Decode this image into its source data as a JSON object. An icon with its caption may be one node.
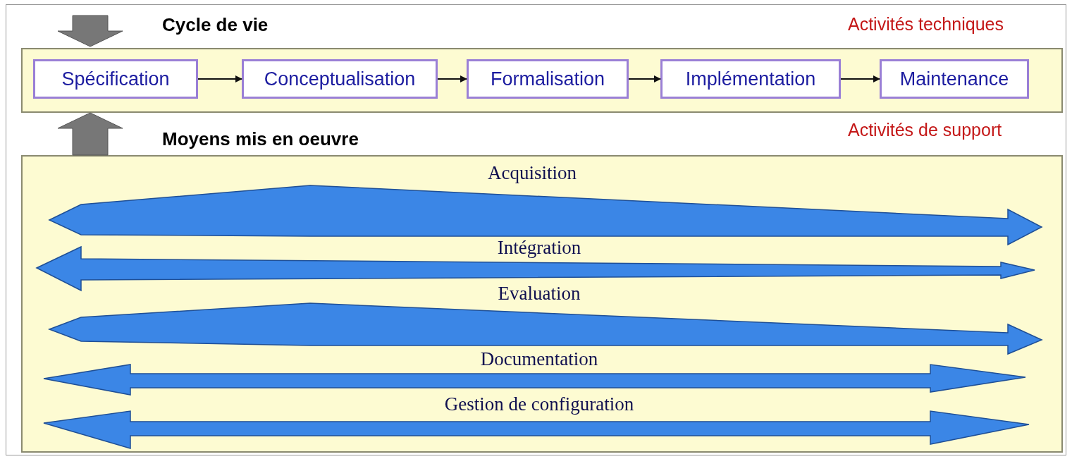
{
  "diagram": {
    "nodes": [
      {
        "text": [
          "Cycle de vie"
        ]
      },
      {
        "text": [
          "Spécification"
        ],
        "in": 0
      },
      {
        "text": [
          "Conceptualisation"
        ],
        "in": 0
      },
      {
        "text": [
          "Formalisation"
        ],
        "in": 0
      },
      {
        "text": [
          "Implémentation"
        ],
        "in": 0
      },
      {
        "text": [
          "Maintenance"
        ],
        "in": 0
      },
      {
        "text": [
          "Moyens mis en oeuvre"
        ]
      }
    ],
    "edges": [
      {
        "from": 1,
        "to": 2,
        "arrow": "to"
      },
      {
        "from": 2,
        "to": 3,
        "arrow": "to"
      },
      {
        "from": 3,
        "to": 4,
        "arrow": "to"
      },
      {
        "from": 4,
        "to": 5,
        "arrow": "to"
      },
      {
        "from": null,
        "to": 0,
        "arrow": "to",
        "style": "thick",
        "color": "#777777"
      },
      {
        "from": 6,
        "to": 0,
        "arrow": "to",
        "style": "thick",
        "color": "#777777"
      }
    ],
    "labels": [
      "Activités techniques",
      "Activités de support",
      "Acquisition",
      "Intégration",
      "Evaluation",
      "Documentation",
      "Gestion de configuration"
    ]
  }
}
